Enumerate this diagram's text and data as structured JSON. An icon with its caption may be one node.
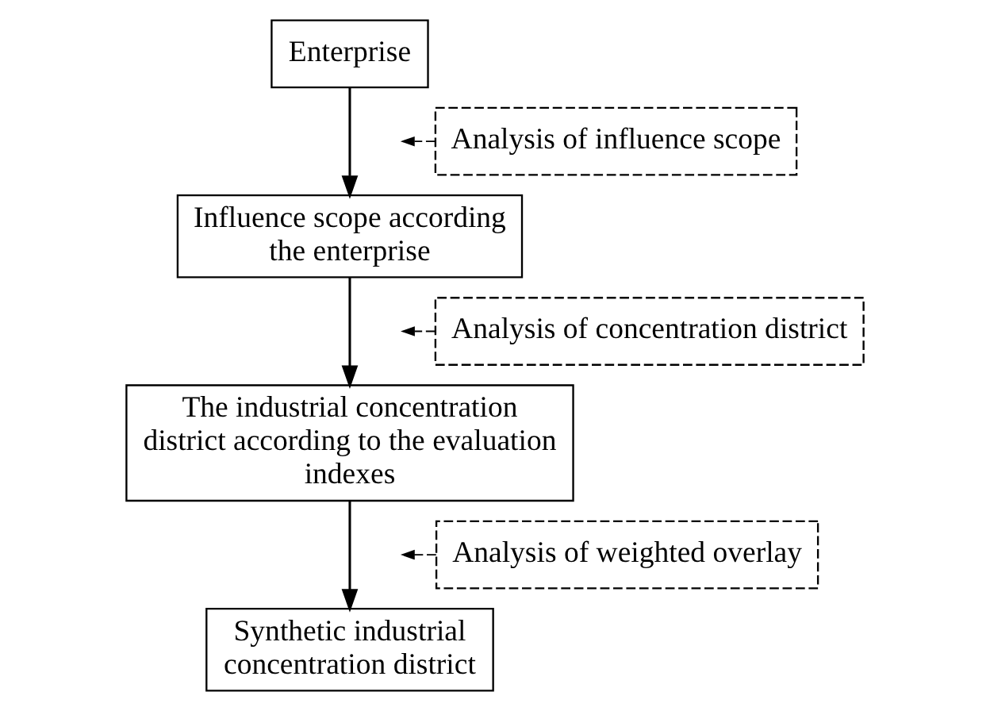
{
  "diagram": {
    "nodes": [
      {
        "text": [
          "Enterprise"
        ]
      },
      {
        "text": [
          "Influence scope according the enterprise"
        ]
      },
      {
        "text": [
          "The industrial concentration district according to the evaluation indexes"
        ]
      },
      {
        "text": [
          "Synthetic industrial concentration district"
        ]
      },
      {
        "text": [
          "Analysis of influence scope"
        ]
      },
      {
        "text": [
          "Analysis of concentration district"
        ]
      },
      {
        "text": [
          "Analysis of weighted overlay"
        ]
      }
    ],
    "edges": [
      {
        "from": 0,
        "to": 1,
        "arrow": "to"
      },
      {
        "from": 1,
        "to": 2,
        "arrow": "to"
      },
      {
        "from": 2,
        "to": 3,
        "arrow": "to"
      },
      {
        "from": 4,
        "to": null,
        "arrow": "to",
        "style": "dashed"
      },
      {
        "from": 5,
        "to": null,
        "arrow": "to",
        "style": "dashed"
      },
      {
        "from": 6,
        "to": null,
        "arrow": "to",
        "style": "dashed"
      }
    ]
  }
}
